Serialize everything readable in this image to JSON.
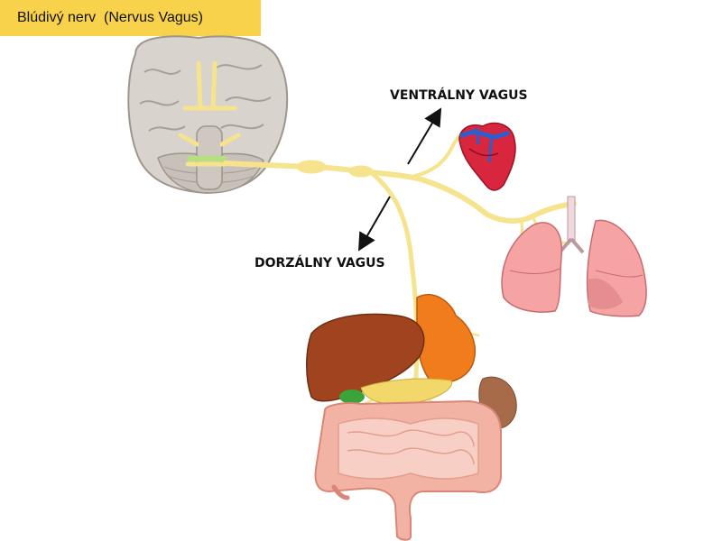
{
  "title": "Blúdivý nerv  (Nervus Vagus)",
  "labels": {
    "ventral": "VENTRÁLNY VAGUS",
    "dorsal": "DORZÁLNY VAGUS"
  },
  "colors": {
    "title_bg": "#f7d24a",
    "nerve": "#f6e38e",
    "brain": "#d8d3cd",
    "heart": "#d7263d",
    "lungs": "#f5a3a3",
    "liver": "#a0431f",
    "stomach": "#f07c1c",
    "intestine": "#f3b3a4"
  }
}
